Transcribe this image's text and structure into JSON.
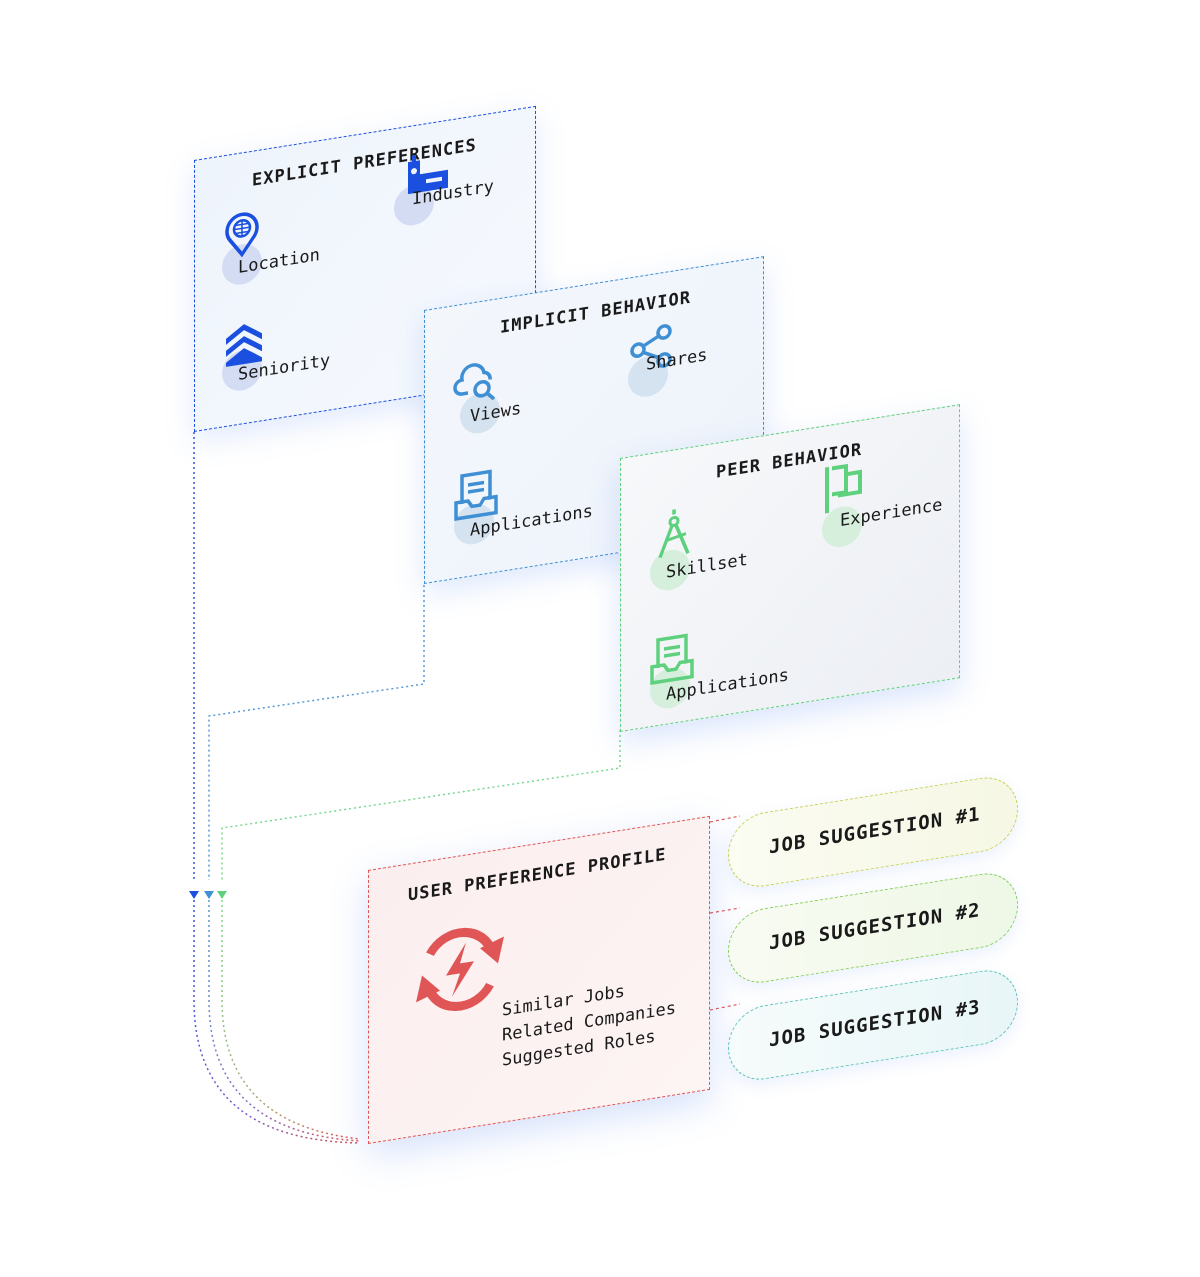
{
  "colors": {
    "explicit": "#1a4fe0",
    "implicit": "#3f8fd4",
    "peer": "#5fd17e",
    "profile": "#e05555",
    "suggestion1": "#c6d25a",
    "suggestion2": "#86cf5a",
    "suggestion3": "#5ec4b8"
  },
  "explicit_preferences": {
    "title": "EXPLICIT PREFERENCES",
    "items": [
      {
        "label": "Location",
        "icon": "location-pin-globe-icon"
      },
      {
        "label": "Industry",
        "icon": "factory-icon"
      },
      {
        "label": "Seniority",
        "icon": "chevrons-up-icon"
      }
    ]
  },
  "implicit_behavior": {
    "title": "IMPLICIT BEHAVIOR",
    "items": [
      {
        "label": "Views",
        "icon": "cloud-search-icon"
      },
      {
        "label": "Shares",
        "icon": "share-icon"
      },
      {
        "label": "Applications",
        "icon": "inbox-document-icon"
      }
    ]
  },
  "peer_behavior": {
    "title": "PEER BEHAVIOR",
    "items": [
      {
        "label": "Skillset",
        "icon": "compass-tool-icon"
      },
      {
        "label": "Experience",
        "icon": "flag-icon"
      },
      {
        "label": "Applications",
        "icon": "inbox-document-icon"
      }
    ]
  },
  "user_preference_profile": {
    "title": "USER PREFERENCE PROFILE",
    "icon": "refresh-lightning-icon",
    "lines": [
      "Similar Jobs",
      "Related Companies",
      "Suggested Roles"
    ]
  },
  "job_suggestions": [
    {
      "label": "JOB SUGGESTION #1"
    },
    {
      "label": "JOB SUGGESTION #2"
    },
    {
      "label": "JOB SUGGESTION #3"
    }
  ]
}
